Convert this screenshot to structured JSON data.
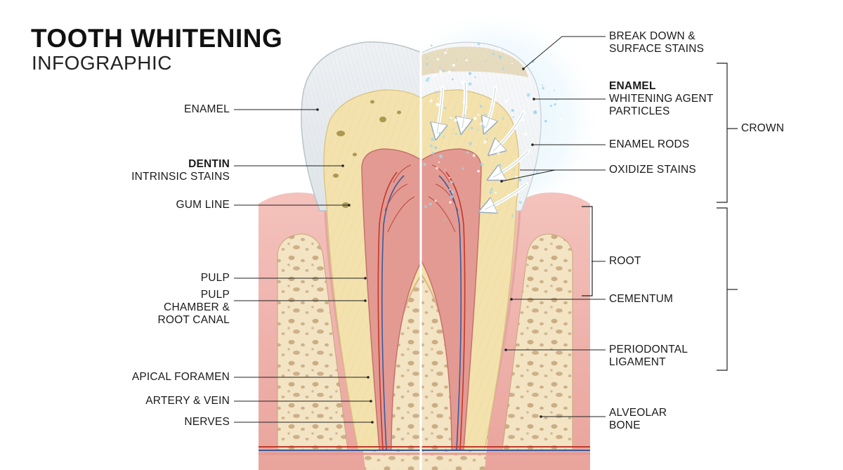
{
  "title": "TOOTH WHITENING",
  "subtitle": "INFOGRAPHIC",
  "left_labels": {
    "enamel": "ENAMEL",
    "dentin_bold": "DENTIN",
    "dentin_sub": "INTRINSIC STAINS",
    "gum_line": "GUM LINE",
    "pulp": "PULP",
    "pulp_chamber_1": "PULP",
    "pulp_chamber_2": "CHAMBER &",
    "pulp_chamber_3": "ROOT CANAL",
    "apical_foramen": "APICAL FORAMEN",
    "artery_vein": "ARTERY & VEIN",
    "nerves": "NERVES"
  },
  "right_labels": {
    "break_down_1": "BREAK DOWN &",
    "break_down_2": "SURFACE STAINS",
    "enamel_bold": "ENAMEL",
    "whitening_1": "WHITENING AGENT",
    "whitening_2": "PARTICLES",
    "enamel_rods": "ENAMEL RODS",
    "oxidize": "OXIDIZE STAINS",
    "root": "ROOT",
    "cementum": "CEMENTUM",
    "periodontal_1": "PERIODONTAL",
    "periodontal_2": "LIGAMENT",
    "alveolar_1": "ALVEOLAR",
    "alveolar_2": "BONE",
    "crown": "CROWN"
  },
  "colors": {
    "enamel": "#f2f4f6",
    "dentin": "#f3e2ad",
    "pulp": "#d98a86",
    "gum": "#efb3ad",
    "bone": "#f2e2c0",
    "bone_pore": "#b38f63",
    "artery": "#c0392b",
    "vein": "#3d5a99",
    "glow": "#bfe6f5"
  },
  "icons": [
    "whitening-arrow-icon",
    "particle-dot-icon"
  ]
}
